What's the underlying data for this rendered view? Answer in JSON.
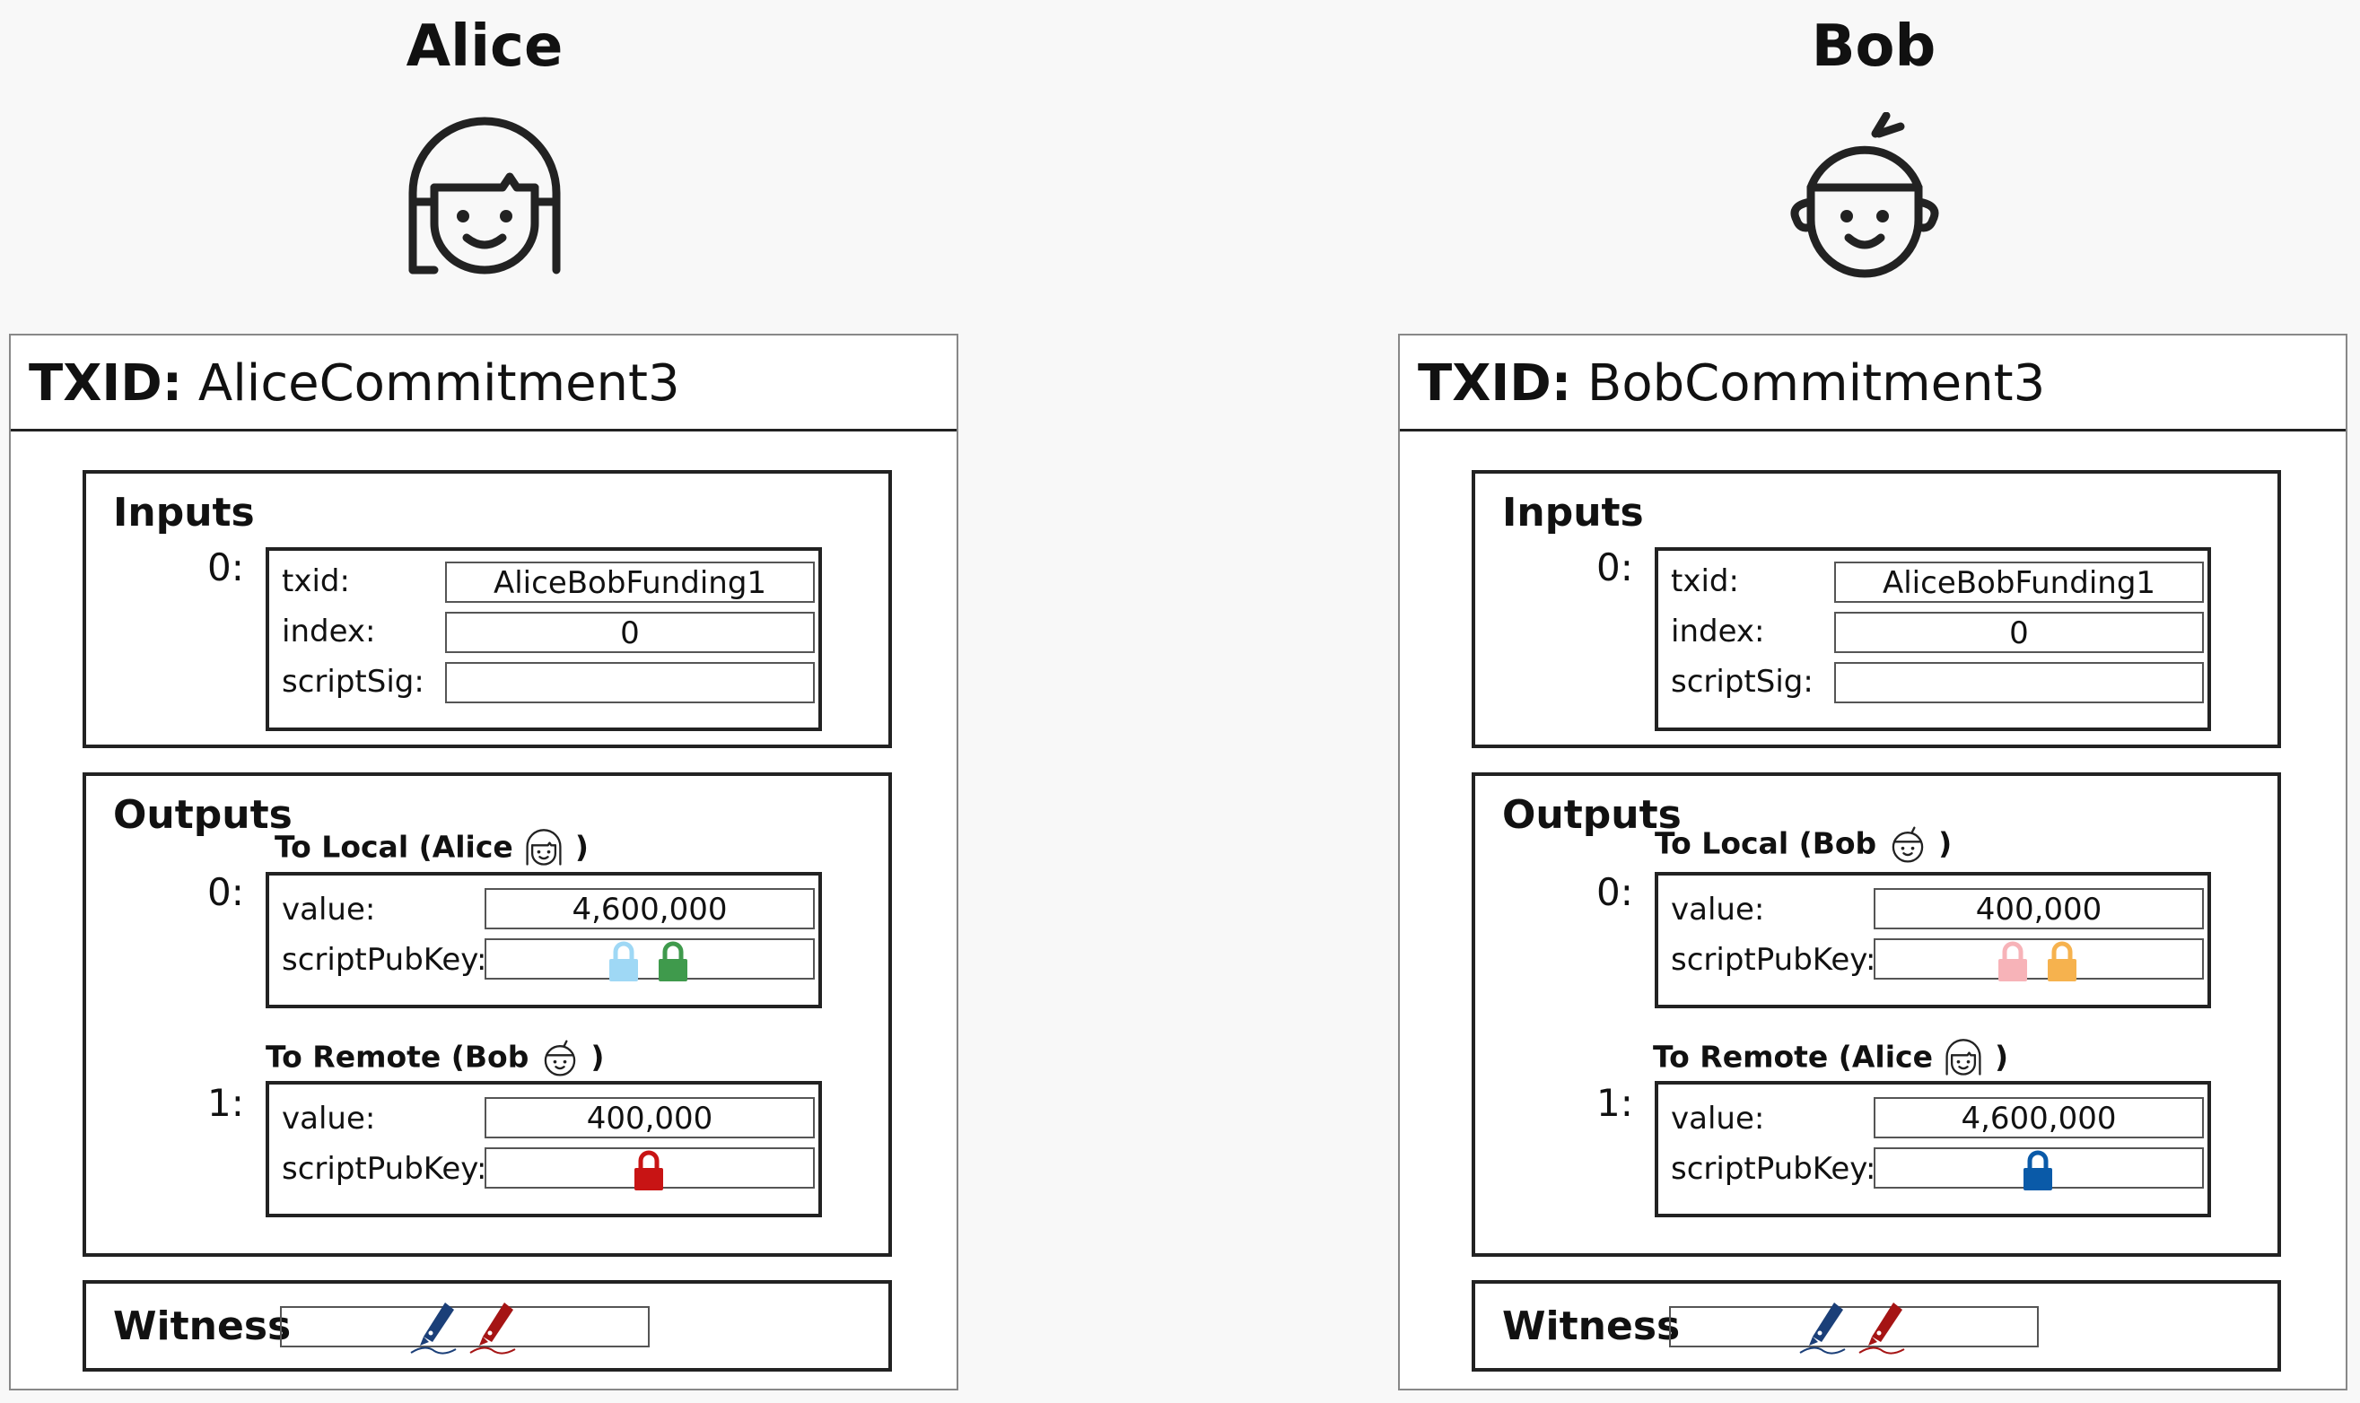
{
  "parties": [
    {
      "name": "Alice",
      "avatar_icon": "alice-face-icon",
      "tx": {
        "txid_key": "TXID:",
        "txid_value": "AliceCommitment3",
        "inputs": {
          "title": "Inputs",
          "index": "0:",
          "txid_label": "txid:",
          "txid_value": "AliceBobFunding1",
          "index_label": "index:",
          "index_value": "0",
          "scriptsig_label": "scriptSig:",
          "scriptsig_value": ""
        },
        "outputs": {
          "title": "Outputs",
          "items": [
            {
              "index": "0:",
              "label": "To Local (Alice",
              "label_close": ")",
              "label_icon": "alice-face-icon",
              "value_label": "value:",
              "value": "4,600,000",
              "spk_label": "scriptPubKey:",
              "locks": [
                "#9fd8f5",
                "#3f9a4c"
              ]
            },
            {
              "index": "1:",
              "label": "To Remote (Bob",
              "label_close": ")",
              "label_icon": "bob-face-icon",
              "value_label": "value:",
              "value": "400,000",
              "spk_label": "scriptPubKey:",
              "locks": [
                "#c81414"
              ]
            }
          ]
        },
        "witness": {
          "title": "Witness",
          "pens": [
            "#1b3f78",
            "#a51414"
          ]
        }
      }
    },
    {
      "name": "Bob",
      "avatar_icon": "bob-face-icon",
      "tx": {
        "txid_key": "TXID:",
        "txid_value": "BobCommitment3",
        "inputs": {
          "title": "Inputs",
          "index": "0:",
          "txid_label": "txid:",
          "txid_value": "AliceBobFunding1",
          "index_label": "index:",
          "index_value": "0",
          "scriptsig_label": "scriptSig:",
          "scriptsig_value": ""
        },
        "outputs": {
          "title": "Outputs",
          "items": [
            {
              "index": "0:",
              "label": "To Local (Bob",
              "label_close": ")",
              "label_icon": "bob-face-icon",
              "value_label": "value:",
              "value": "400,000",
              "spk_label": "scriptPubKey:",
              "locks": [
                "#f7b3b8",
                "#f6b24e"
              ]
            },
            {
              "index": "1:",
              "label": "To Remote (Alice",
              "label_close": ")",
              "label_icon": "alice-face-icon",
              "value_label": "value:",
              "value": "4,600,000",
              "spk_label": "scriptPubKey:",
              "locks": [
                "#0a5aa8"
              ]
            }
          ]
        },
        "witness": {
          "title": "Witness",
          "pens": [
            "#1b3f78",
            "#a51414"
          ]
        }
      }
    }
  ]
}
